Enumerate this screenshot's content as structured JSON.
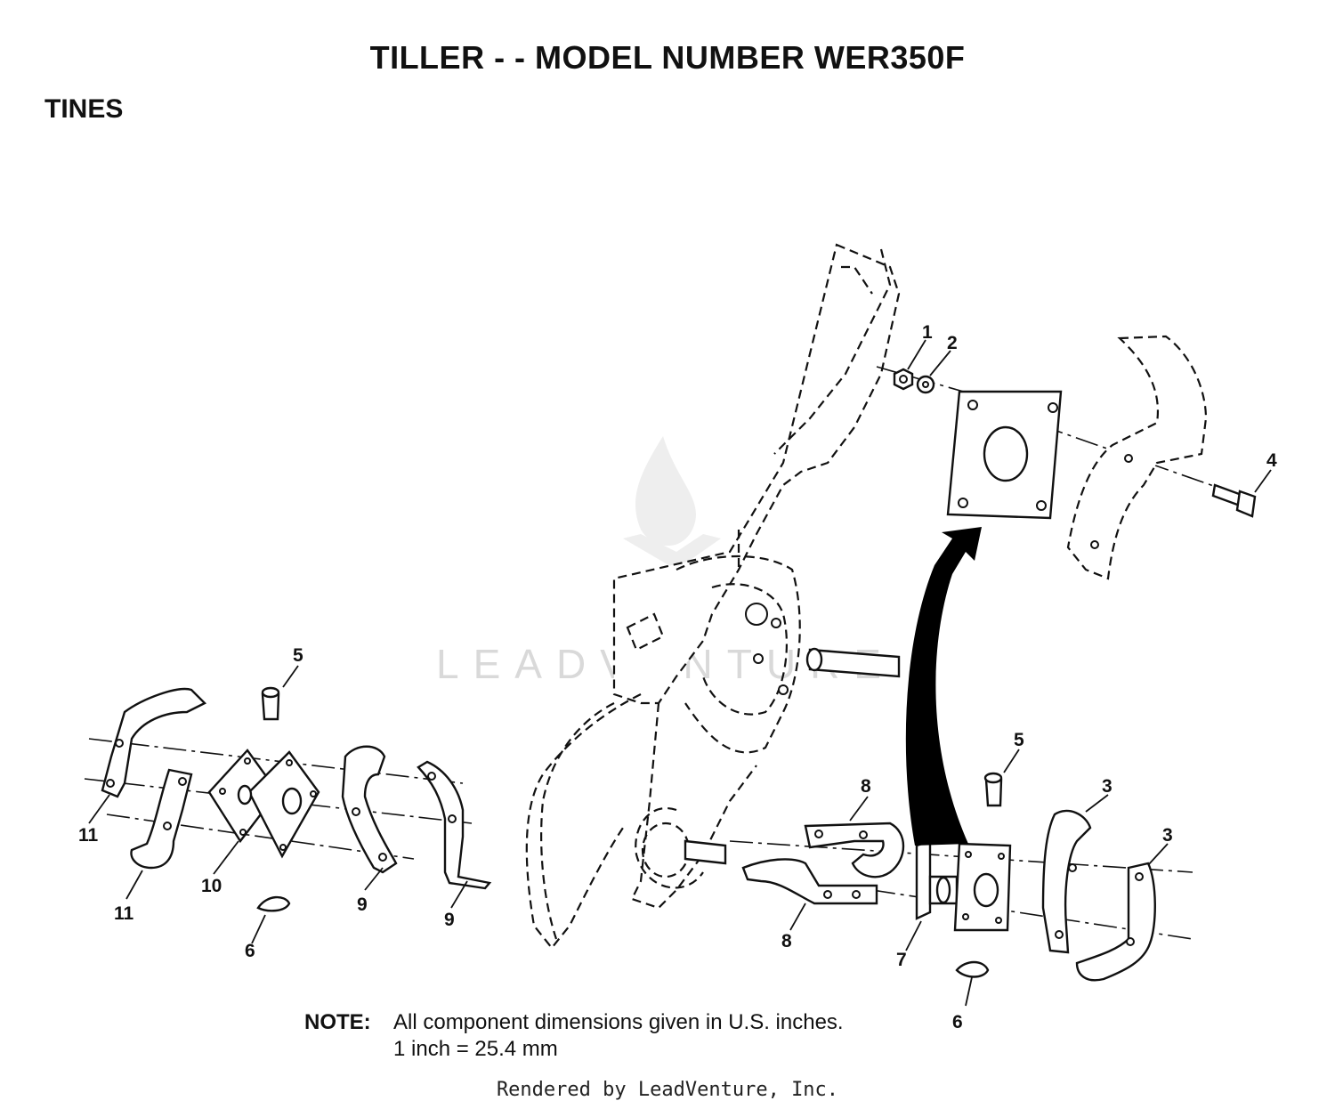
{
  "title": "TILLER - - MODEL NUMBER WER350F",
  "section": "TINES",
  "watermark": "LEADVENTURE",
  "callouts": [
    "1",
    "2",
    "3",
    "3",
    "4",
    "5",
    "5",
    "6",
    "6",
    "7",
    "8",
    "8",
    "9",
    "9",
    "10",
    "11",
    "11"
  ],
  "note": {
    "label": "NOTE:",
    "line1": "All component dimensions given in U.S. inches.",
    "line2": "1 inch = 25.4 mm"
  },
  "footer": "Rendered by LeadVenture, Inc."
}
